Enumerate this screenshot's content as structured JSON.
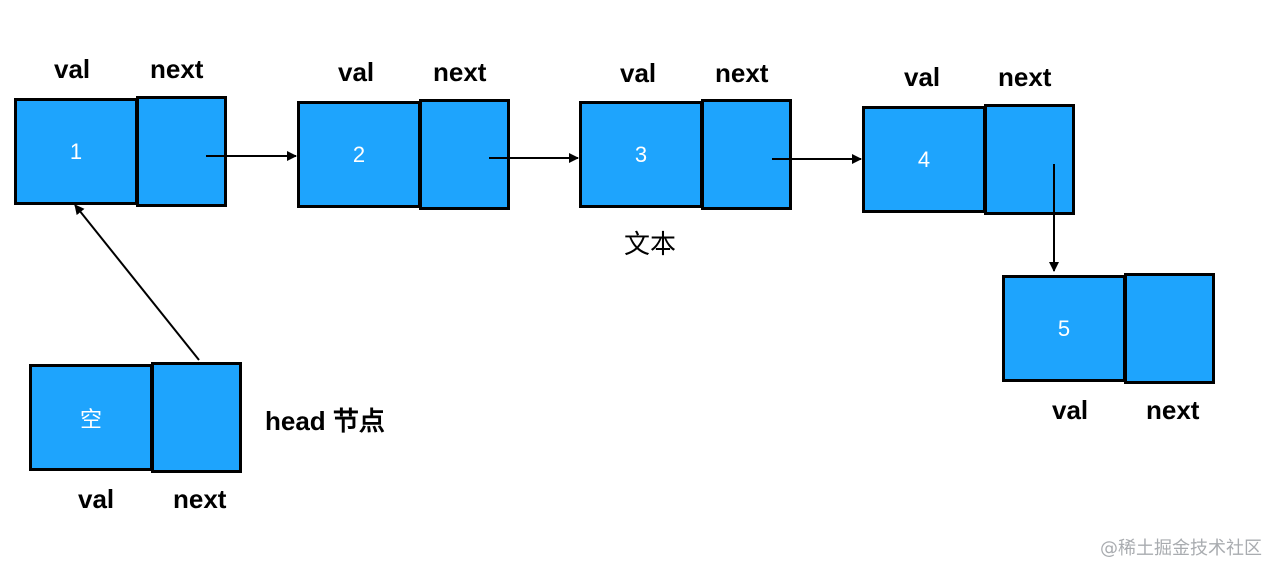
{
  "nodes": [
    {
      "value": "1",
      "val_label": "val",
      "next_label": "next"
    },
    {
      "value": "2",
      "val_label": "val",
      "next_label": "next"
    },
    {
      "value": "3",
      "val_label": "val",
      "next_label": "next",
      "caption": "文本"
    },
    {
      "value": "4",
      "val_label": "val",
      "next_label": "next"
    },
    {
      "value": "5",
      "val_label": "val",
      "next_label": "next"
    }
  ],
  "head": {
    "value": "空",
    "val_label": "val",
    "next_label": "next",
    "caption": "head 节点"
  },
  "watermark": "@稀土掘金技术社区",
  "colors": {
    "node_fill": "#1EA4FD",
    "stroke": "#000000",
    "watermark": "#A9ACB0"
  }
}
